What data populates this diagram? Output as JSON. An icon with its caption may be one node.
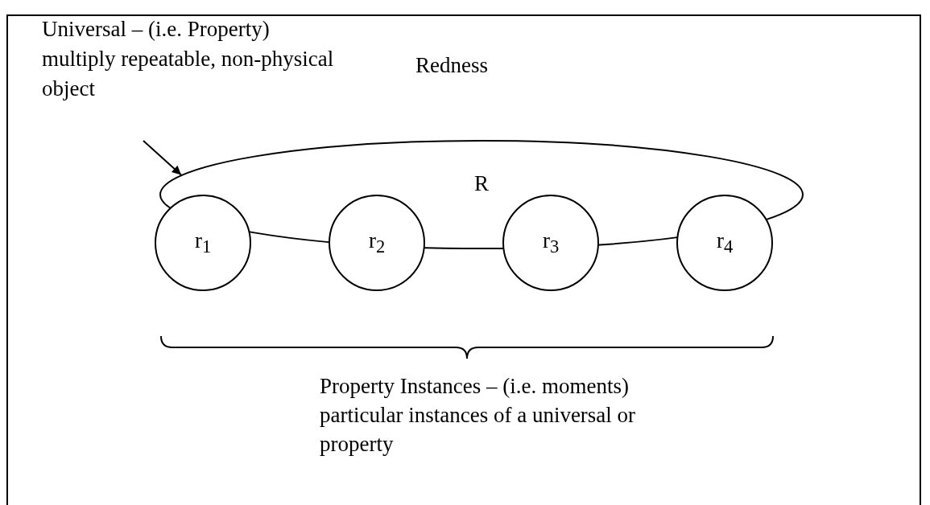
{
  "diagram": {
    "nodes": [
      {
        "text": [
          "Universal – (i.e. Property) multiply repeatable, non-physical object"
        ]
      },
      {
        "text": [
          "R"
        ],
        "beside": [
          "Redness"
        ]
      },
      {
        "text": [
          "r$_{1}$"
        ]
      },
      {
        "text": [
          "r$_{2}$"
        ]
      },
      {
        "text": [
          "r$_{3}$"
        ]
      },
      {
        "text": [
          "r$_{4}$"
        ]
      }
    ],
    "edges": [
      {
        "from": 0,
        "to": 1,
        "arrow": "to"
      }
    ],
    "labels": [
      "Property Instances – (i.e. moments) particular instances of a universal or property"
    ]
  }
}
